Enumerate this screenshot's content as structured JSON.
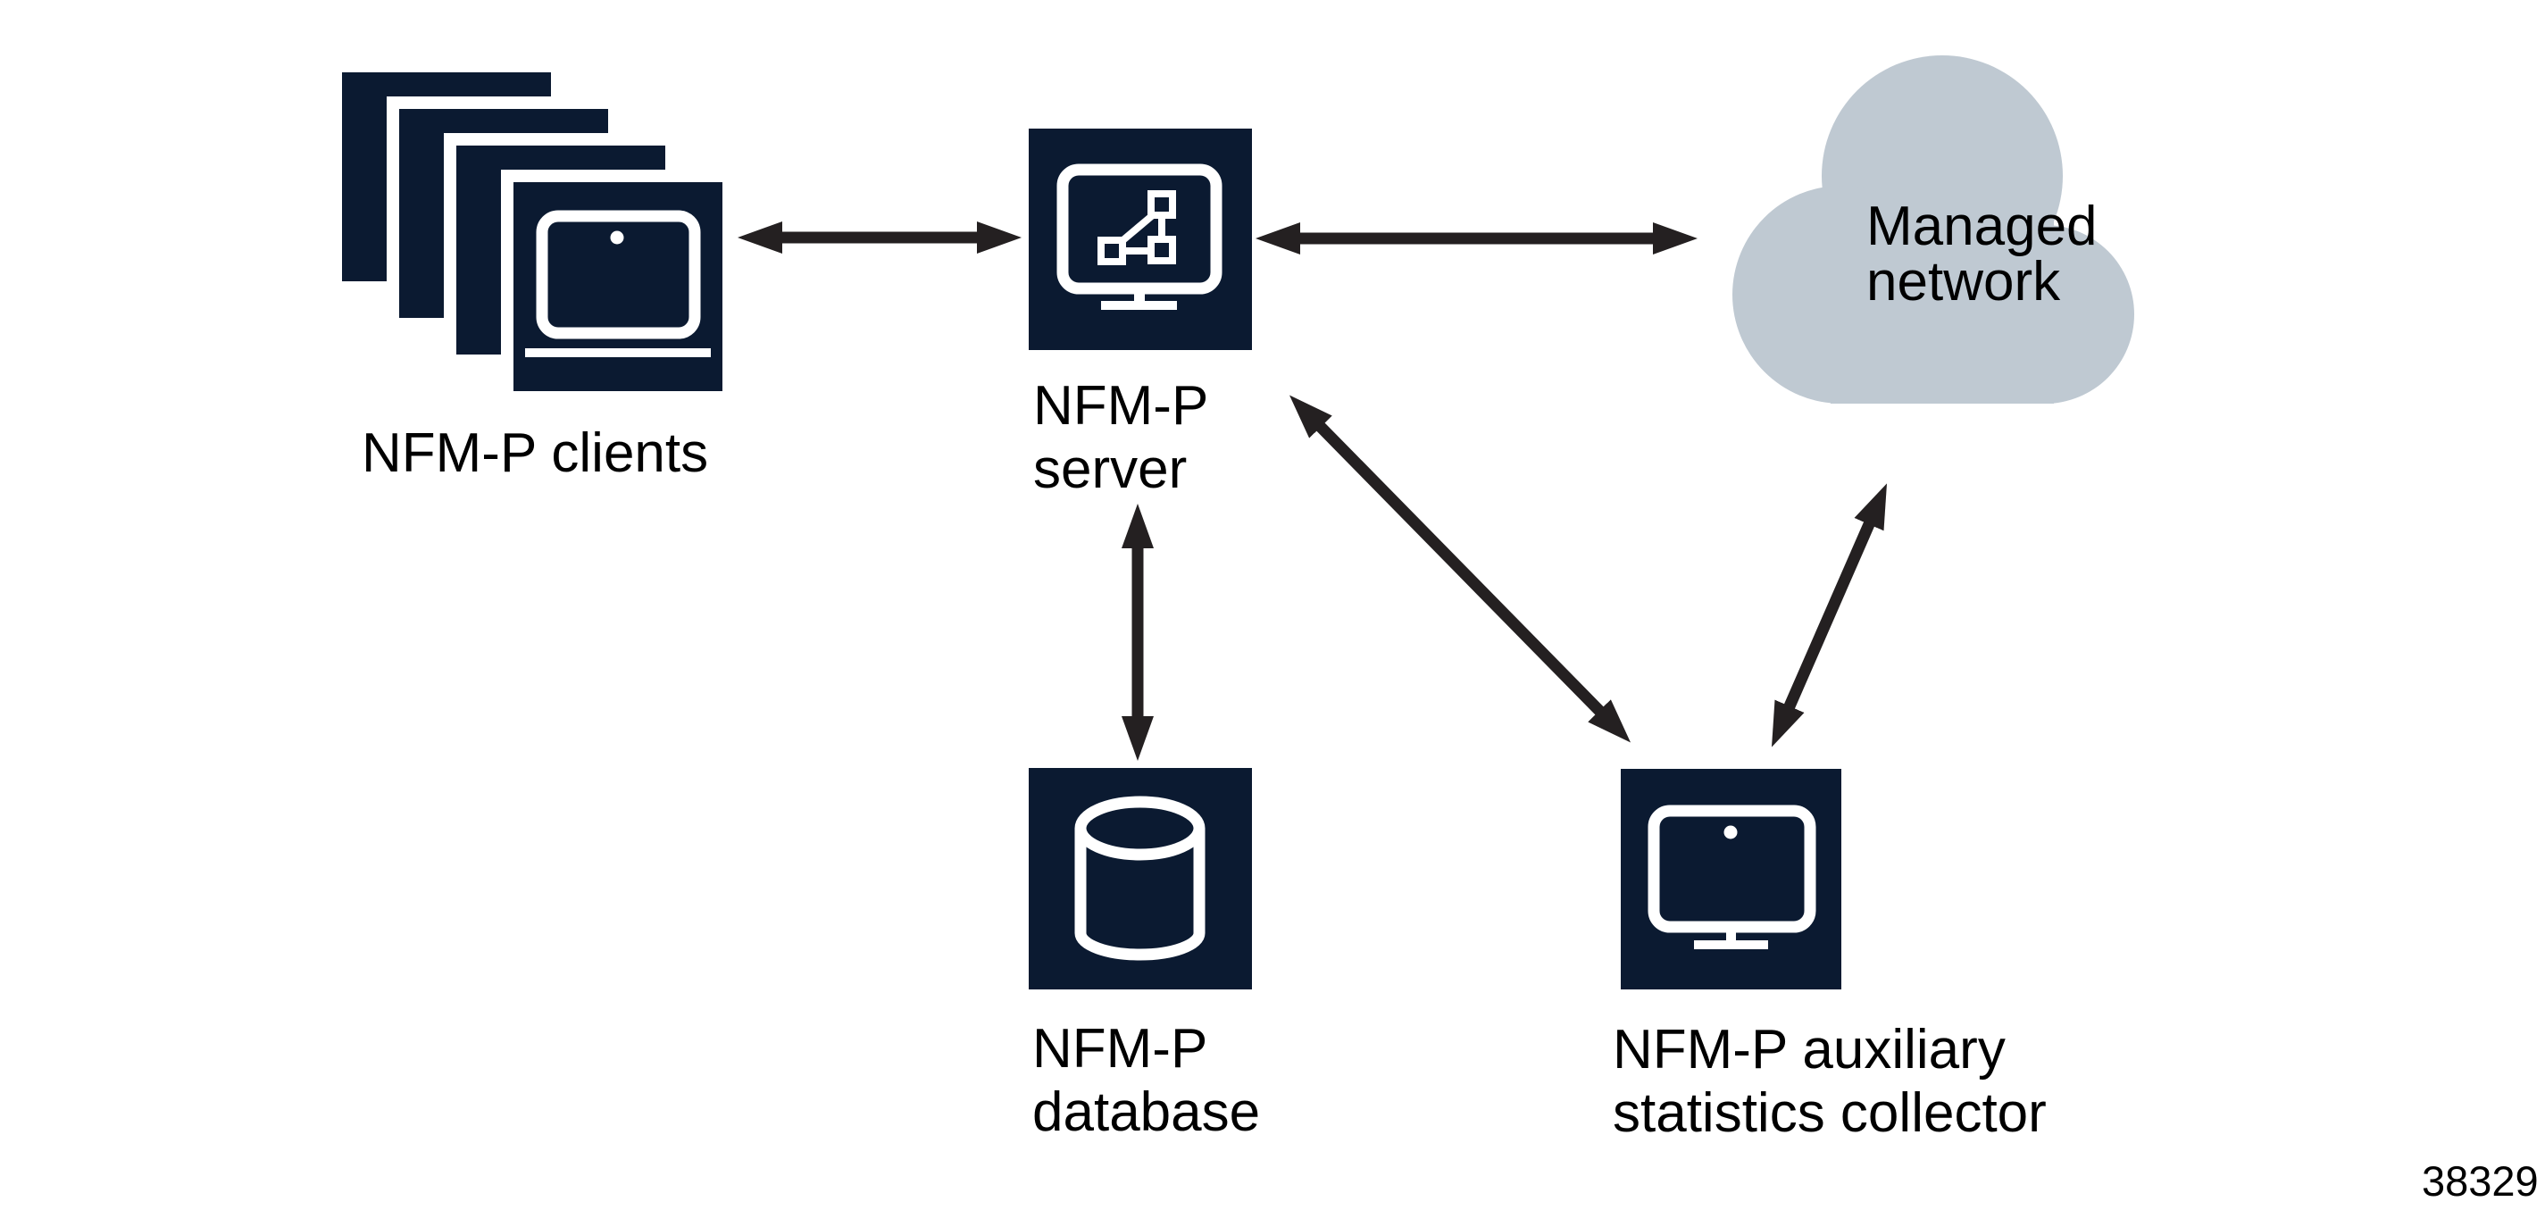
{
  "figure_number": "38329",
  "colors": {
    "node_fill": "#0b1a31",
    "icon_stroke": "#ffffff",
    "cloud_fill": "#bfc9d2",
    "arrow": "#242021",
    "text": "#000000",
    "background": "#ffffff"
  },
  "nodes": {
    "clients": {
      "label": "NFM-P clients",
      "icon": "laptop-stack-icon"
    },
    "server": {
      "label_line1": "NFM-P",
      "label_line2": "server",
      "icon": "topology-monitor-icon"
    },
    "managed_network": {
      "label_line1": "Managed",
      "label_line2": "network",
      "icon": "cloud-shape"
    },
    "database": {
      "label_line1": "NFM-P",
      "label_line2": "database",
      "icon": "database-cylinder-icon"
    },
    "aux_collector": {
      "label_line1": "NFM-P auxiliary",
      "label_line2": "statistics collector",
      "icon": "monitor-icon"
    }
  },
  "connections": [
    {
      "from": "NFM-P clients",
      "to": "NFM-P server",
      "type": "bidirectional"
    },
    {
      "from": "NFM-P server",
      "to": "Managed network",
      "type": "bidirectional"
    },
    {
      "from": "NFM-P server",
      "to": "NFM-P database",
      "type": "bidirectional"
    },
    {
      "from": "NFM-P server",
      "to": "NFM-P auxiliary statistics collector",
      "type": "bidirectional"
    },
    {
      "from": "Managed network",
      "to": "NFM-P auxiliary statistics collector",
      "type": "bidirectional"
    }
  ]
}
